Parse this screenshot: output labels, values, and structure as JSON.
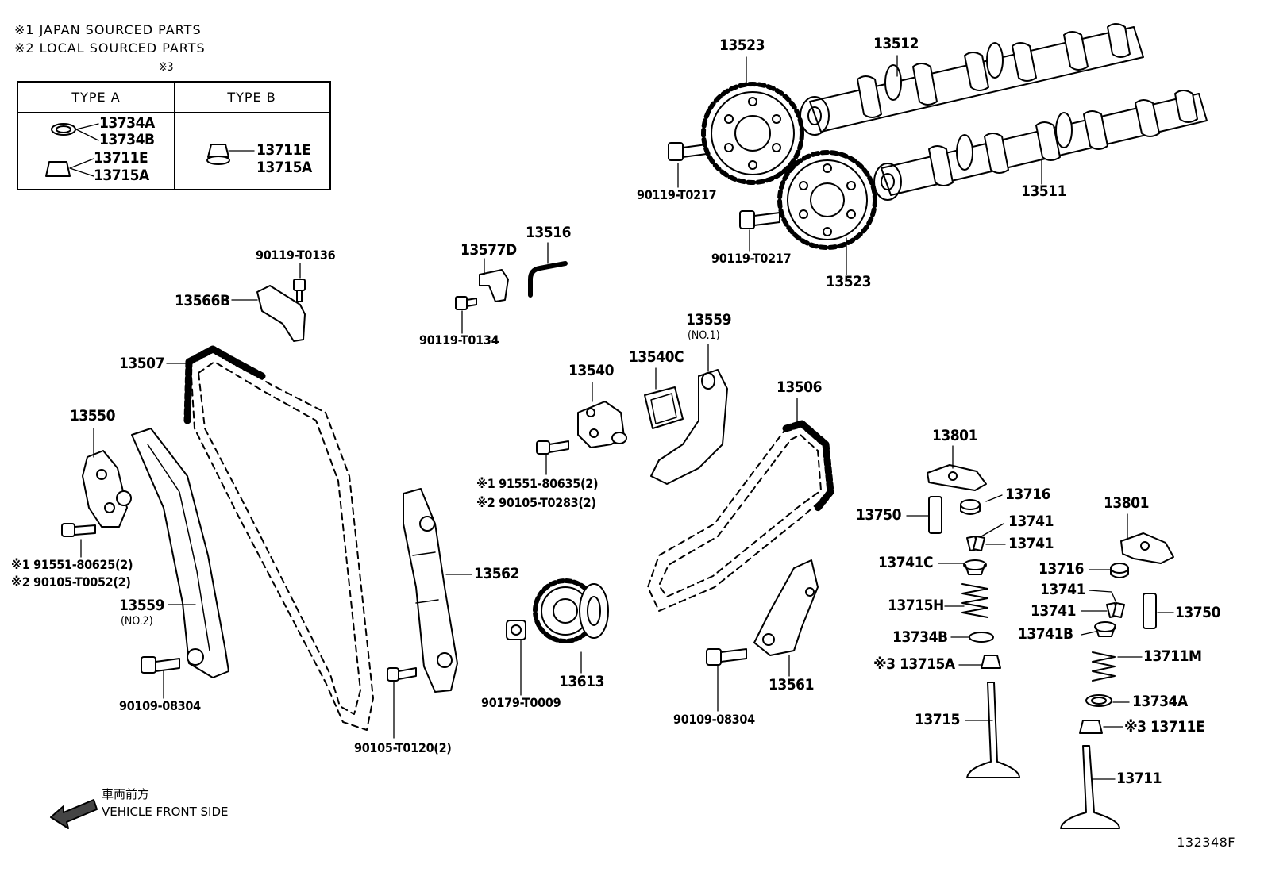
{
  "notes": {
    "japan": "※1 JAPAN SOURCED PARTS",
    "local": "※2 LOCAL SOURCED PARTS"
  },
  "type_table": {
    "ref": "※3",
    "type_a": "TYPE A",
    "type_b": "TYPE B",
    "a_parts": [
      "13734A",
      "13734B",
      "13711E",
      "13715A"
    ],
    "b_parts": [
      "13711E",
      "13715A"
    ]
  },
  "parts": {
    "p13523a": "13523",
    "p13512": "13512",
    "p13511": "13511",
    "p13523b": "13523",
    "b0217a": "90119-T0217",
    "b0217b": "90119-T0217",
    "p13516": "13516",
    "p13577d": "13577D",
    "b0134": "90119-T0134",
    "b0136": "90119-T0136",
    "p13566b": "13566B",
    "p13507": "13507",
    "p13550": "13550",
    "b80625": "※1 91551-80625(2)",
    "b0052": "※2 90105-T0052(2)",
    "p13559_2": "13559",
    "no2": "(NO.2)",
    "b08304a": "90109-08304",
    "p13540": "13540",
    "p13540c": "13540C",
    "p13559_1": "13559",
    "no1": "(NO.1)",
    "b80635": "※1 91551-80635(2)",
    "b0283": "※2 90105-T0283(2)",
    "p13562": "13562",
    "p13613": "13613",
    "b0009": "90179-T0009",
    "b0120": "90105-T0120(2)",
    "p13506": "13506",
    "p13561": "13561",
    "b08304b": "90109-08304",
    "p13801a": "13801",
    "p13716a": "13716",
    "p13750a": "13750",
    "p13741a": "13741",
    "p13741b": "13741",
    "p13741c": "13741C",
    "p13715h": "13715H",
    "p13734b": "13734B",
    "p13715a": "※3 13715A",
    "p13715": "13715",
    "p13801b": "13801",
    "p13716b": "13716",
    "p13741d": "13741",
    "p13741e": "13741",
    "p13750b": "13750",
    "p13741bb": "13741B",
    "p13711m": "13711M",
    "p13734a": "13734A",
    "p13711e": "※3 13711E",
    "p13711": "13711"
  },
  "front": {
    "jp": "車両前方",
    "en": "VEHICLE FRONT SIDE"
  },
  "ident": "132348F"
}
